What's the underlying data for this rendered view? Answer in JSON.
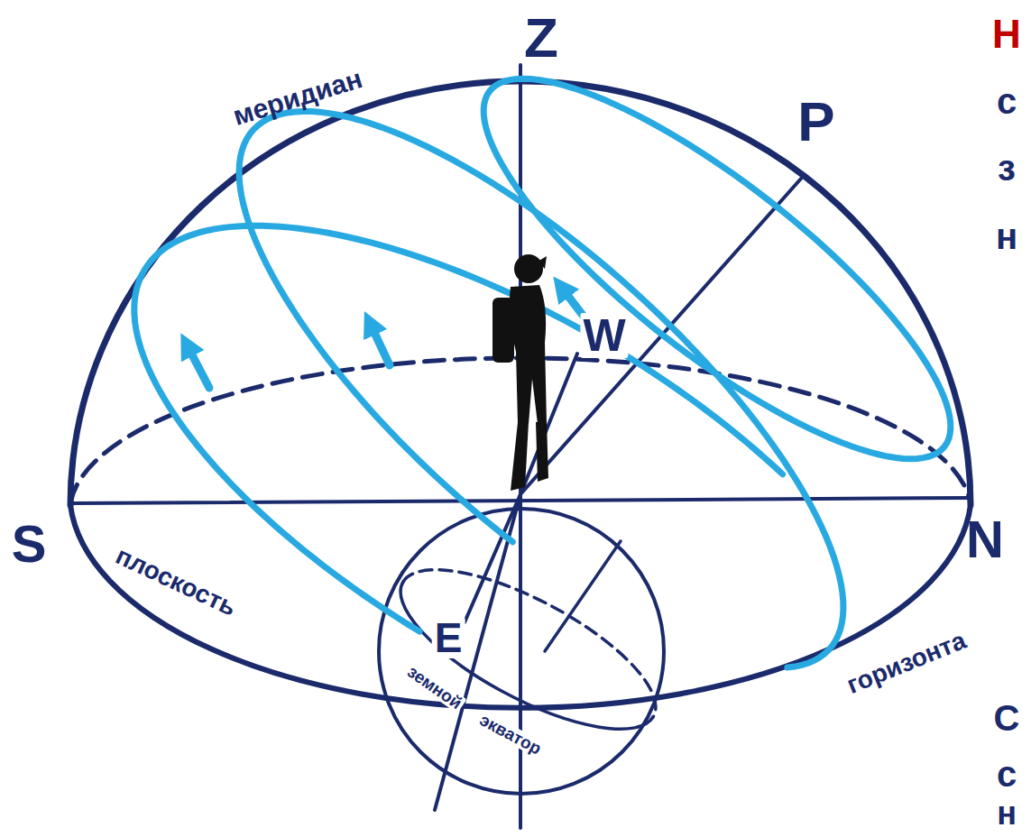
{
  "diagram": {
    "labels": [
      "Z",
      "P",
      "W",
      "S",
      "N",
      "E",
      "меридиан",
      "плоскость",
      "горизонта",
      "земной",
      "экватор",
      "Н",
      "с",
      "з",
      "н",
      "С",
      "с",
      "н"
    ]
  }
}
